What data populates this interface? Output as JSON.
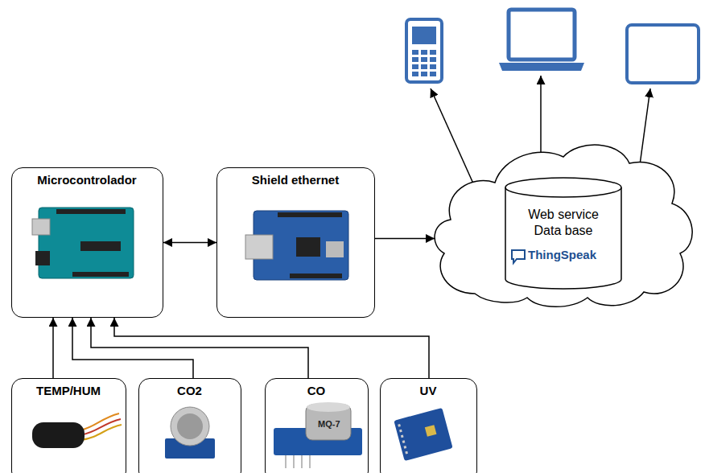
{
  "diagram": {
    "nodes": [
      {
        "text": [
          "Microcontrolador"
        ]
      },
      {
        "text": [
          "Shield ethernet"
        ]
      },
      {
        "text": [
          "Web service Data base",
          "ThingSpeak"
        ]
      },
      {
        "text": [
          "TEMP/HUM"
        ]
      },
      {
        "text": [
          "CO2"
        ]
      },
      {
        "text": [
          "CO"
        ]
      },
      {
        "text": [
          "UV"
        ]
      }
    ],
    "edges": [
      {
        "from": 0,
        "to": 1,
        "arrow": "both"
      },
      {
        "from": 1,
        "to": 2,
        "arrow": "to"
      },
      {
        "from": 3,
        "to": 0,
        "arrow": "to"
      },
      {
        "from": 4,
        "to": 0,
        "arrow": "to"
      },
      {
        "from": 5,
        "to": 0,
        "arrow": "to"
      },
      {
        "from": 6,
        "to": 0,
        "arrow": "to"
      }
    ],
    "labels": [
      "MQ-7"
    ]
  }
}
